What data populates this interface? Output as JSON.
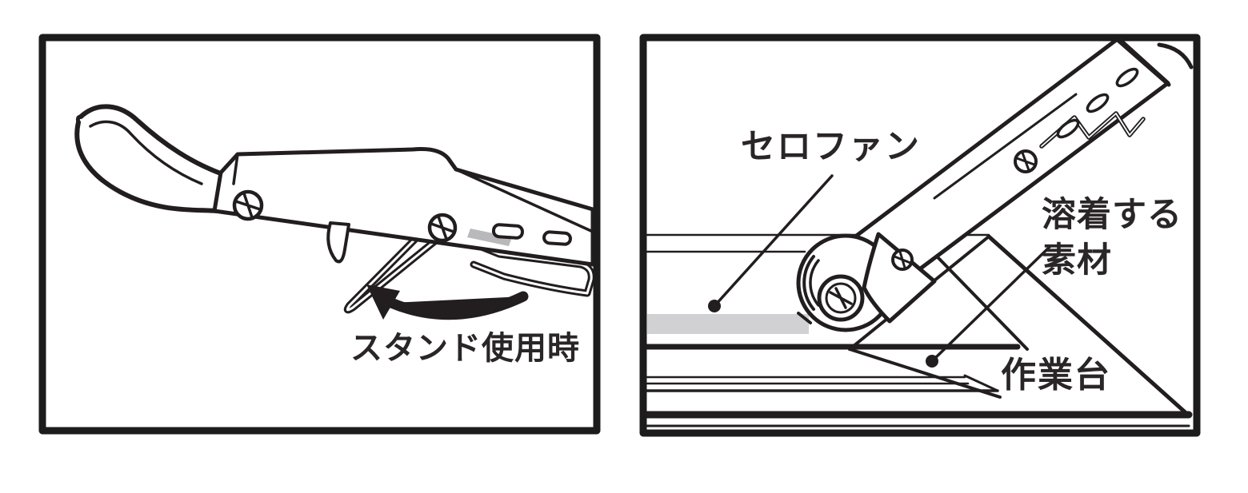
{
  "figure": {
    "left_panel": {
      "caption": "スタンド使用時"
    },
    "right_panel": {
      "label_cellophane": "セロファン",
      "label_weld_material_line1": "溶着する",
      "label_weld_material_line2": "素材",
      "label_work_table": "作業台"
    }
  },
  "colors": {
    "line": "#221e1f",
    "panel_border": "#1c1c1c",
    "background": "#ffffff",
    "cellophane_strip": "#d1d1d3",
    "text": "#2a2527"
  }
}
